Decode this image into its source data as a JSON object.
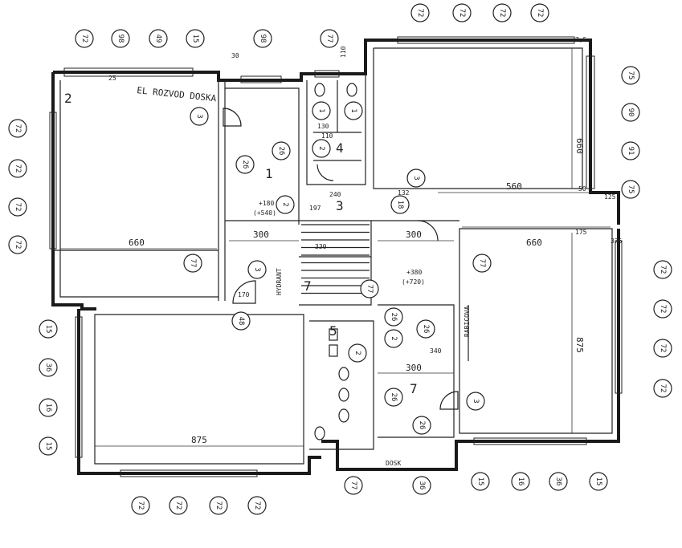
{
  "room_numbers": {
    "r1": "1",
    "r2": "2",
    "r4": "4",
    "r5": "5",
    "r7a": "7",
    "r7b": "7",
    "r3": "3"
  },
  "labels": {
    "el_rozvod": "EL ROZVOD DOSKA",
    "hydrant": "HYDRANT",
    "rabicova": "RABICOVA",
    "dosk": "DOSK",
    "l75": "7,5",
    "l175": "175",
    "l110": "110"
  },
  "dimensions": {
    "d660_left": "660",
    "d660_right": "660",
    "d660_vert": "660",
    "d875_bottom": "875",
    "d875_right": "875",
    "d560": "560",
    "d300_a": "300",
    "d300_b": "300",
    "d300_c": "300",
    "d330": "330",
    "d240": "240",
    "d130": "130",
    "d110": "110",
    "d197": "197",
    "d132": "132",
    "d50": "50",
    "d125": "125",
    "d25": "25",
    "d30": "30",
    "d375": "375",
    "d380": "+380",
    "d720": "(+720)",
    "d180": "+180",
    "d540": "(+540)",
    "d170": "170",
    "d340": "340"
  },
  "tags": [
    {
      "id": "t01",
      "text": "72"
    },
    {
      "id": "t02",
      "text": "98"
    },
    {
      "id": "t03",
      "text": "49"
    },
    {
      "id": "t04",
      "text": "15"
    },
    {
      "id": "t05",
      "text": "98"
    },
    {
      "id": "t06",
      "text": "77"
    },
    {
      "id": "t07",
      "text": "72"
    },
    {
      "id": "t08",
      "text": "72"
    },
    {
      "id": "t09",
      "text": "72"
    },
    {
      "id": "t10",
      "text": "72"
    },
    {
      "id": "t11",
      "text": "75"
    },
    {
      "id": "t12",
      "text": "90"
    },
    {
      "id": "t13",
      "text": "91"
    },
    {
      "id": "t14",
      "text": "75"
    },
    {
      "id": "t15",
      "text": "72"
    },
    {
      "id": "t16",
      "text": "72"
    },
    {
      "id": "t17",
      "text": "72"
    },
    {
      "id": "t18",
      "text": "72"
    },
    {
      "id": "t19",
      "text": "3"
    },
    {
      "id": "t20",
      "text": "26"
    },
    {
      "id": "t21",
      "text": "26"
    },
    {
      "id": "t22",
      "text": "2"
    },
    {
      "id": "t23",
      "text": "18"
    },
    {
      "id": "t24",
      "text": "3"
    },
    {
      "id": "t25",
      "text": "77"
    },
    {
      "id": "t26",
      "text": "3"
    },
    {
      "id": "t27",
      "text": "77"
    },
    {
      "id": "t28",
      "text": "48"
    },
    {
      "id": "t29",
      "text": "72"
    },
    {
      "id": "t30",
      "text": "72"
    },
    {
      "id": "t31",
      "text": "72"
    },
    {
      "id": "t32",
      "text": "72"
    },
    {
      "id": "t33",
      "text": "15"
    },
    {
      "id": "t34",
      "text": "36"
    },
    {
      "id": "t35",
      "text": "16"
    },
    {
      "id": "t36",
      "text": "15"
    },
    {
      "id": "t37",
      "text": "72"
    },
    {
      "id": "t38",
      "text": "72"
    },
    {
      "id": "t39",
      "text": "72"
    },
    {
      "id": "t40",
      "text": "72"
    },
    {
      "id": "t41",
      "text": "77"
    },
    {
      "id": "t42",
      "text": "36"
    },
    {
      "id": "t43",
      "text": "15"
    },
    {
      "id": "t44",
      "text": "16"
    },
    {
      "id": "t45",
      "text": "36"
    },
    {
      "id": "t46",
      "text": "15"
    },
    {
      "id": "t47",
      "text": "26"
    },
    {
      "id": "t48",
      "text": "2"
    },
    {
      "id": "t49",
      "text": "26"
    },
    {
      "id": "t50",
      "text": "26"
    },
    {
      "id": "t51",
      "text": "3"
    },
    {
      "id": "t52",
      "text": "26"
    },
    {
      "id": "t53",
      "text": "77"
    },
    {
      "id": "t54",
      "text": "2"
    },
    {
      "id": "t55",
      "text": "1"
    },
    {
      "id": "t56",
      "text": "1"
    },
    {
      "id": "t57",
      "text": "2"
    }
  ]
}
